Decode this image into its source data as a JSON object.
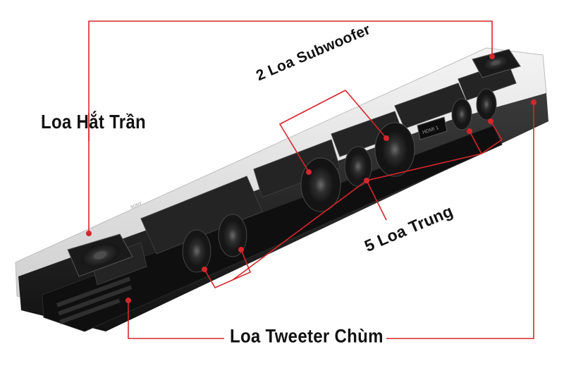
{
  "callouts": {
    "ceiling": "Loa Hắt Trần",
    "subwoofer": "2 Loa Subwoofer",
    "midrange": "5 Loa Trung",
    "tweeter": "Loa Tweeter Chùm"
  },
  "product_text": {
    "port_label": "HDMI 1",
    "brand_mark": "SONY"
  },
  "colors": {
    "callout_line": "#d5262c",
    "callout_text": "#111111",
    "soundbar_body": "#1c1c1c",
    "soundbar_glass": "#dcdcdc",
    "driver_cone": "#3a3a3a"
  },
  "icons": [
    "soundbar-cutaway-image",
    "callout-dot-icon"
  ]
}
